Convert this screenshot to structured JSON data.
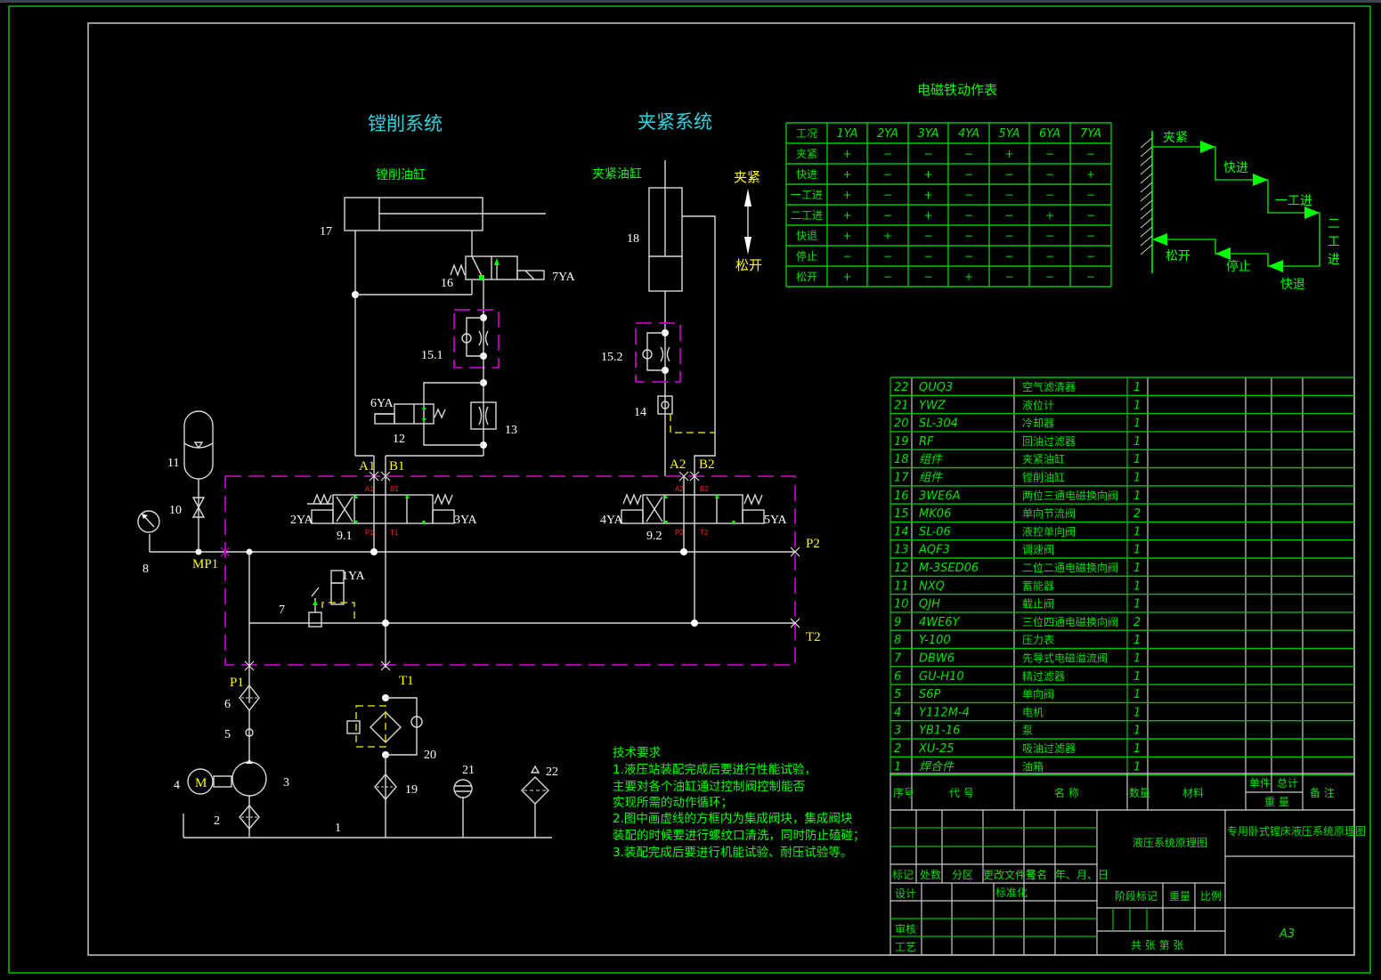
{
  "titles": {
    "boring_system": "镗削系统",
    "clamp_system": "夹紧系统",
    "boring_cylinder": "镗削油缸",
    "clamp_cylinder": "夹紧油缸",
    "clamp_dir_up": "夹紧",
    "clamp_dir_down": "松开"
  },
  "port_labels": {
    "A1": "A1",
    "B1": "B1",
    "A2": "A2",
    "B2": "B2",
    "P1": "P1",
    "T1": "T1",
    "P2": "P2",
    "T2": "T2",
    "MP1": "MP1",
    "valve_ports_1": [
      "A1",
      "B1",
      "P1",
      "T1"
    ],
    "valve_ports_2": [
      "A2",
      "B2",
      "P2",
      "T2"
    ]
  },
  "component_labels": {
    "c1": "1",
    "c2": "2",
    "c3": "3",
    "c4": "4",
    "c5": "5",
    "c6": "6",
    "c7": "7",
    "c8": "8",
    "c9_1": "9.1",
    "c9_2": "9.2",
    "c10": "10",
    "c11": "11",
    "c12": "12",
    "c13": "13",
    "c14": "14",
    "c15_1": "15.1",
    "c15_2": "15.2",
    "c16": "16",
    "c17": "17",
    "c18": "18",
    "c19": "19",
    "c20": "20",
    "c21": "21",
    "c22": "22",
    "ya1": "1YA",
    "ya2": "2YA",
    "ya3": "3YA",
    "ya4": "4YA",
    "ya5": "5YA",
    "ya6": "6YA",
    "ya7": "7YA",
    "motor": "M"
  },
  "solenoid_table": {
    "title": "电磁铁动作表",
    "headers": [
      "工况",
      "1YA",
      "2YA",
      "3YA",
      "4YA",
      "5YA",
      "6YA",
      "7YA"
    ],
    "rows": [
      [
        "夹紧",
        "+",
        "−",
        "−",
        "−",
        "+",
        "−",
        "−"
      ],
      [
        "快进",
        "+",
        "−",
        "+",
        "−",
        "−",
        "−",
        "+"
      ],
      [
        "一工进",
        "+",
        "−",
        "+",
        "−",
        "−",
        "−",
        "−"
      ],
      [
        "二工进",
        "+",
        "−",
        "+",
        "−",
        "−",
        "+",
        "−"
      ],
      [
        "快退",
        "+",
        "+",
        "−",
        "−",
        "−",
        "−",
        "−"
      ],
      [
        "停止",
        "−",
        "−",
        "−",
        "−",
        "−",
        "−",
        "−"
      ],
      [
        "松开",
        "+",
        "−",
        "−",
        "+",
        "−",
        "−",
        "−"
      ]
    ]
  },
  "cycle_diagram": {
    "steps": [
      "夹紧",
      "快进",
      "一工进",
      "二工进",
      "快退",
      "停止",
      "松开"
    ]
  },
  "tech_requirements": {
    "title": "技术要求",
    "lines": [
      "1.液压站装配完成后要进行性能试验，",
      "主要对各个油缸通过控制阀控制能否",
      "实现所需的动作循环；",
      "2.图中画虚线的方框内为集成阀块，集成阀块",
      "装配的时候要进行螺纹口清洗，同时防止磕碰；",
      "3.装配完成后要进行机能试验、耐压试验等。"
    ]
  },
  "parts_list": {
    "rows": [
      {
        "no": "22",
        "code": "QUQ3",
        "name": "空气滤清器",
        "qty": "1"
      },
      {
        "no": "21",
        "code": "YWZ",
        "name": "液位计",
        "qty": "1"
      },
      {
        "no": "20",
        "code": "SL-304",
        "name": "冷却器",
        "qty": "1"
      },
      {
        "no": "19",
        "code": "RF",
        "name": "回油过滤器",
        "qty": "1"
      },
      {
        "no": "18",
        "code": "组件",
        "name": "夹紧油缸",
        "qty": "1"
      },
      {
        "no": "17",
        "code": "组件",
        "name": "镗削油缸",
        "qty": "1"
      },
      {
        "no": "16",
        "code": "3WE6A",
        "name": "两位三通电磁换向阀",
        "qty": "1"
      },
      {
        "no": "15",
        "code": "MK06",
        "name": "单向节流阀",
        "qty": "2"
      },
      {
        "no": "14",
        "code": "SL-06",
        "name": "液控单向阀",
        "qty": "1"
      },
      {
        "no": "13",
        "code": "AQF3",
        "name": "调速阀",
        "qty": "1"
      },
      {
        "no": "12",
        "code": "M-3SED06",
        "name": "二位二通电磁换向阀",
        "qty": "1"
      },
      {
        "no": "11",
        "code": "NXQ",
        "name": "蓄能器",
        "qty": "1"
      },
      {
        "no": "10",
        "code": "QJH",
        "name": "截止阀",
        "qty": "1"
      },
      {
        "no": "9",
        "code": "4WE6Y",
        "name": "三位四通电磁换向阀",
        "qty": "2"
      },
      {
        "no": "8",
        "code": "Y-100",
        "name": "压力表",
        "qty": "1"
      },
      {
        "no": "7",
        "code": "DBW6",
        "name": "先导式电磁溢流阀",
        "qty": "1"
      },
      {
        "no": "6",
        "code": "GU-H10",
        "name": "精过滤器",
        "qty": "1"
      },
      {
        "no": "5",
        "code": "S6P",
        "name": "单向阀",
        "qty": "1"
      },
      {
        "no": "4",
        "code": "Y112M-4",
        "name": "电机",
        "qty": "1"
      },
      {
        "no": "3",
        "code": "YB1-16",
        "name": "泵",
        "qty": "1"
      },
      {
        "no": "2",
        "code": "XU-25",
        "name": "吸油过滤器",
        "qty": "1"
      },
      {
        "no": "1",
        "code": "焊合件",
        "name": "油箱",
        "qty": "1"
      }
    ],
    "header": {
      "no": "序号",
      "code": "代 号",
      "name": "名 称",
      "qty": "数量",
      "material": "材料",
      "unit": "单件",
      "total": "总计",
      "weight": "重 量",
      "remark": "备 注"
    }
  },
  "title_block": {
    "drawing_title": "液压系统原理图",
    "project_title": "专用卧式镗床液压系统原理图",
    "sheet_size": "A3",
    "rev_headers": [
      "标记",
      "处数",
      "分区",
      "更改文件号",
      "签名",
      "年、月、日"
    ],
    "design": "设计",
    "standardize": "标准化",
    "review": "审核",
    "process": "工艺",
    "stage_mark": "阶段标记",
    "weight": "重量",
    "scale": "比例",
    "sheets": "共  张  第  张"
  }
}
